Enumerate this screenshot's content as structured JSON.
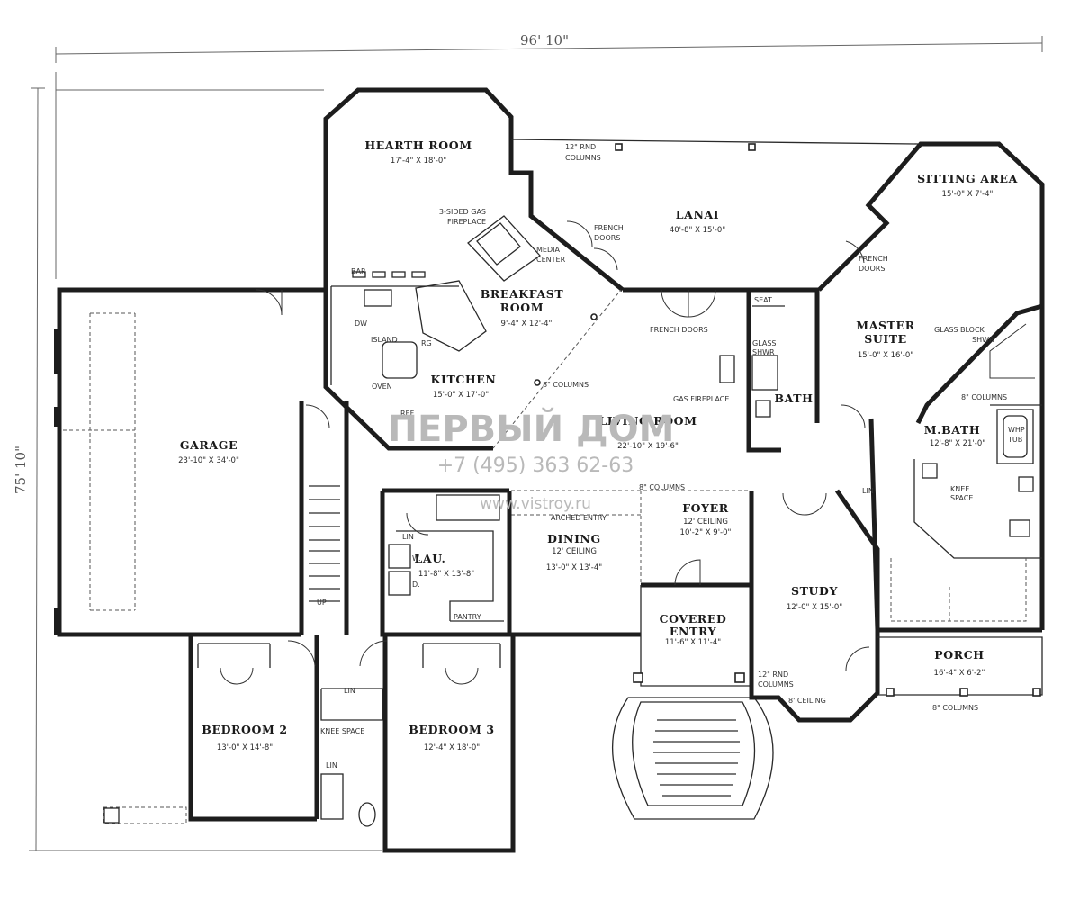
{
  "dimensions": {
    "width": "96' 10\"",
    "depth": "75' 10\""
  },
  "rooms": {
    "hearth": {
      "name": "HEARTH ROOM",
      "size": "17'-4\" X 18'-0\""
    },
    "lanai": {
      "name": "LANAI",
      "size": "40'-8\" X 15'-0\""
    },
    "sitting": {
      "name": "SITTING AREA",
      "size": "15'-0\" X 7'-4\""
    },
    "breakfast": {
      "name": "BREAKFAST",
      "name2": "ROOM",
      "size": "9'-4\" X 12'-4\""
    },
    "master": {
      "name": "MASTER",
      "name2": "SUITE",
      "size": "15'-0\" X 16'-0\""
    },
    "kitchen": {
      "name": "KITCHEN",
      "size": "15'-0\" X 17'-0\""
    },
    "living": {
      "name": "LIVING ROOM",
      "size": "22'-10\" X 19'-6\""
    },
    "garage": {
      "name": "GARAGE",
      "size": "23'-10\" X 34'-0\""
    },
    "bath": {
      "name": "BATH"
    },
    "mbath": {
      "name": "M.BATH",
      "size": "12'-8\" X 21'-0\""
    },
    "foyer": {
      "name": "FOYER",
      "ceiling": "12' CEILING",
      "size": "10'-2\" X 9'-0\""
    },
    "dining": {
      "name": "DINING",
      "ceiling": "12' CEILING",
      "size": "13'-0\" X 13'-4\""
    },
    "lau": {
      "name": "LAU.",
      "size": "11'-8\" X 13'-8\""
    },
    "study": {
      "name": "STUDY",
      "size": "12'-0\" X 15'-0\""
    },
    "covered": {
      "name": "COVERED",
      "name2": "ENTRY",
      "size": "11'-6\" X 11'-4\""
    },
    "porch": {
      "name": "PORCH",
      "size": "16'-4\" X 6'-2\""
    },
    "bed2": {
      "name": "BEDROOM 2",
      "size": "13'-0\" X 14'-8\""
    },
    "bed3": {
      "name": "BEDROOM 3",
      "size": "12'-4\" X 18'-0\""
    }
  },
  "notes": {
    "columns_rnd": "12\" RND",
    "columns_word": "COLUMNS",
    "fp1": "3-SIDED GAS",
    "fp2": "FIREPLACE",
    "media1": "MEDIA",
    "media2": "CENTER",
    "french1": "FRENCH",
    "french2": "DOORS",
    "french_doors": "FRENCH DOORS",
    "bar": "BAR",
    "dw": "DW",
    "island": "ISLAND",
    "rg": "RG",
    "oven": "OVEN",
    "ref": "REF",
    "cols8": "8\" COLUMNS",
    "gas_fp": "GAS FIREPLACE",
    "seat": "SEAT",
    "glass_shwr1": "GLASS",
    "glass_shwr2": "SHWR",
    "glass_block1": "GLASS BLOCK",
    "glass_block2": "SHWR",
    "whp1": "WHP",
    "whp2": "TUB",
    "knee1": "KNEE",
    "knee2": "SPACE",
    "lin": "LIN",
    "arched": "ARCHED ENTRY",
    "pantry": "PANTRY",
    "w": "W.",
    "d": "D.",
    "up": "UP",
    "ceiling8": "8' CEILING",
    "knee_space": "KNEE SPACE"
  },
  "watermark": {
    "brand": "ПЕРВЫЙ ДОМ",
    "phone": "+7 (495) 363 62-63",
    "url": "www.vistroy.ru"
  },
  "colors": {
    "ink": "#1d1d1d",
    "watermark": "#b9b9b9",
    "paper": "#ffffff"
  }
}
